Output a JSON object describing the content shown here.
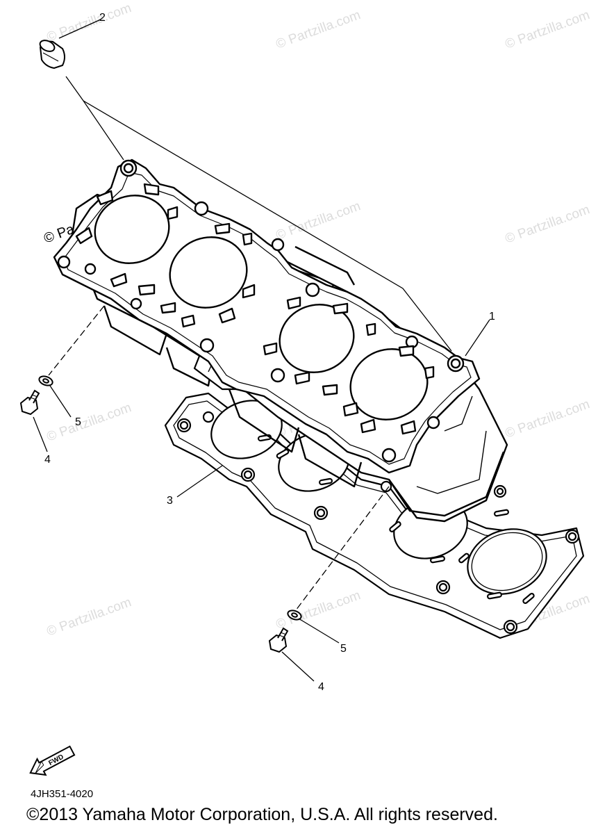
{
  "watermark": "© Partzilla.com",
  "callouts": [
    "1",
    "2",
    "3",
    "4",
    "5",
    "4",
    "5"
  ],
  "fwd_label": "FWD",
  "diagram_code": "4JH351-4020",
  "copyright": "©2013 Yamaha Motor Corporation, U.S.A. All rights reserved."
}
